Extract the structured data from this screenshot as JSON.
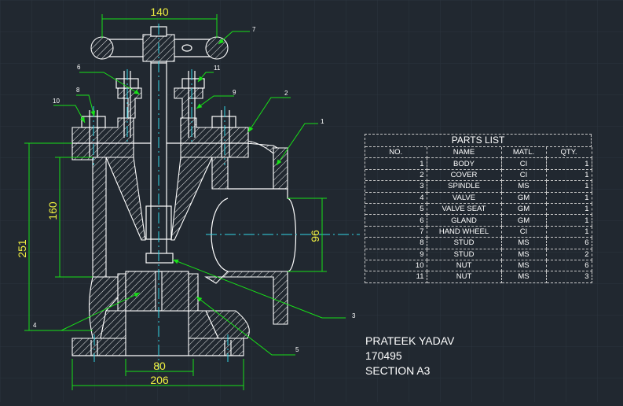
{
  "dimensions": {
    "top_width": "140",
    "inner_height": "160",
    "overall_height": "251",
    "port": "96",
    "base_inner": "80",
    "base_width": "206"
  },
  "balloons": [
    "1",
    "2",
    "3",
    "4",
    "5",
    "6",
    "7",
    "8",
    "9",
    "10",
    "11"
  ],
  "parts_list": {
    "title": "PARTS LIST",
    "headers": [
      "NO.",
      "NAME",
      "MATL.",
      "QTY."
    ],
    "rows": [
      [
        "1",
        "BODY",
        "CI",
        "1"
      ],
      [
        "2",
        "COVER",
        "CI",
        "1"
      ],
      [
        "3",
        "SPINDLE",
        "MS",
        "1"
      ],
      [
        "4",
        "VALVE",
        "GM",
        "1"
      ],
      [
        "5",
        "VALVE SEAT",
        "GM",
        "1"
      ],
      [
        "6",
        "GLAND",
        "GM",
        "1"
      ],
      [
        "7",
        "HAND WHEEL",
        "CI",
        "1"
      ],
      [
        "8",
        "STUD",
        "MS",
        "6"
      ],
      [
        "9",
        "STUD",
        "MS",
        "2"
      ],
      [
        "10",
        "NUT",
        "MS",
        "6"
      ],
      [
        "11",
        "NUT",
        "MS",
        "3"
      ]
    ]
  },
  "title_block": {
    "name": "PRATEEK YADAV",
    "roll": "170495",
    "section": "SECTION A3"
  },
  "colors": {
    "background": "#212830",
    "outline": "#ffffff",
    "dimension": "#f0f040",
    "centerline": "#33d6e6",
    "leader": "#18e018"
  }
}
